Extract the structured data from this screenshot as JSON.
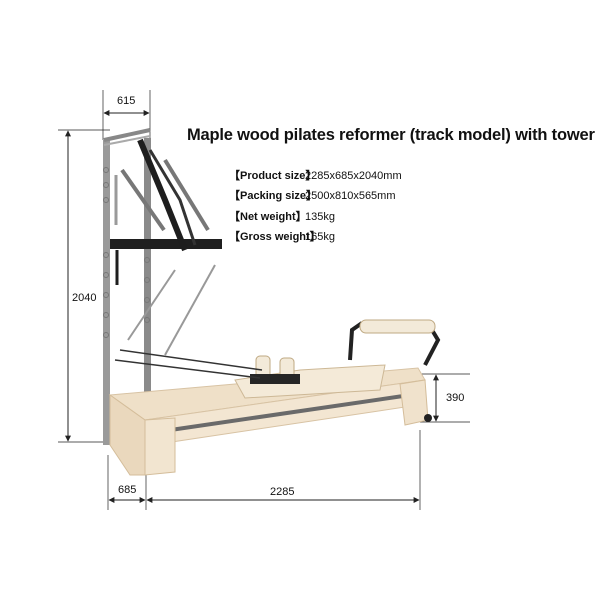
{
  "product": {
    "title": "Maple wood pilates reformer (track model) with tower",
    "specs": [
      {
        "label": "【Product size】",
        "value": "2285x685x2040mm"
      },
      {
        "label": "【Packing size】",
        "value": "2500x810x565mm"
      },
      {
        "label": "【Net weight】",
        "value": "135kg"
      },
      {
        "label": "【Gross weight】",
        "value": "165kg"
      }
    ]
  },
  "dimensions": {
    "top_width": "615",
    "height": "2040",
    "side_height": "390",
    "base_width": "685",
    "length": "2285"
  },
  "colors": {
    "wood": "#f1e2cc",
    "metal": "#8d8d8d",
    "dark": "#262626"
  }
}
